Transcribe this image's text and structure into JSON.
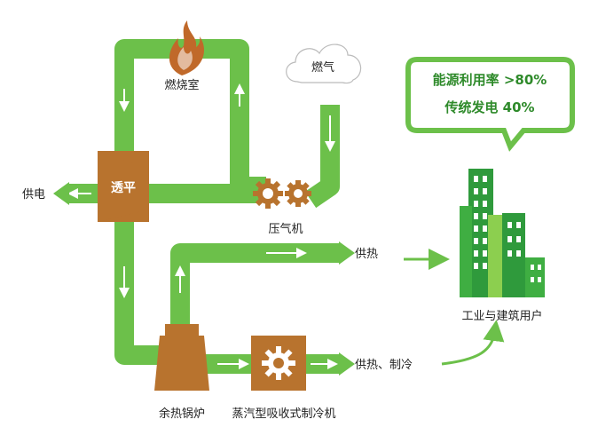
{
  "labels": {
    "combustion_chamber": "燃烧室",
    "gas": "燃气",
    "turbine": "透平",
    "power_supply": "供电",
    "compressor": "压气机",
    "heat_supply": "供热",
    "waste_heat_boiler": "余热锅炉",
    "absorption_chiller": "蒸汽型吸收式制冷机",
    "heat_and_cooling": "供热、制冷",
    "users": "工业与建筑用户"
  },
  "bubble": {
    "line1": "能源利用率 >80%",
    "line2": "传统发电 40%"
  },
  "colors": {
    "pipe": "#6cc04a",
    "pipe_dark": "#3f9a2c",
    "device": "#b8732e",
    "building_dark": "#2f9a3c",
    "building_light": "#8ccf4f",
    "flame": "#c0692a"
  }
}
